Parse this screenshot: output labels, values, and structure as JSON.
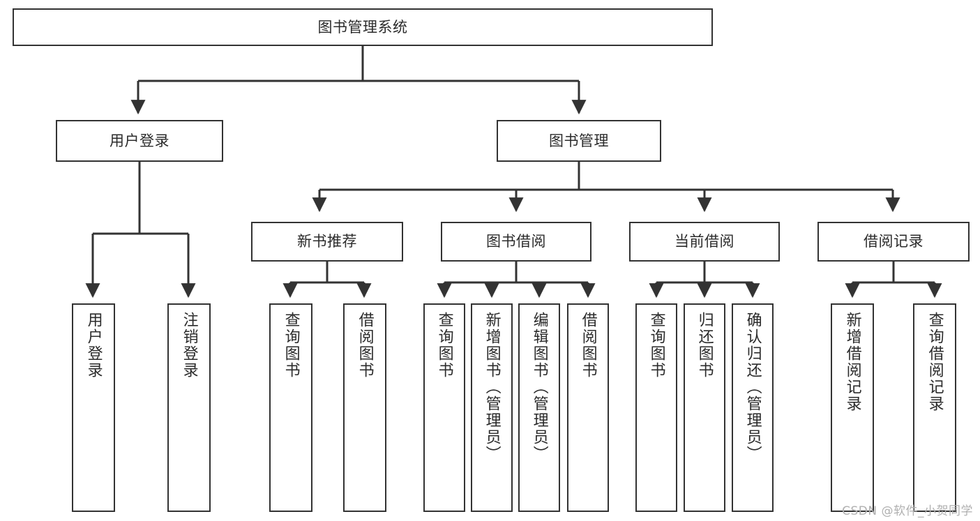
{
  "diagram": {
    "title": "图书管理系统",
    "type": "hierarchy-tree",
    "stroke_color": "#333333",
    "background_color": "#ffffff",
    "text_color": "#2b2b2b",
    "root": {
      "label": "图书管理系统"
    },
    "level2": [
      {
        "label": "用户登录"
      },
      {
        "label": "图书管理"
      }
    ],
    "level3": [
      {
        "label": "新书推荐"
      },
      {
        "label": "图书借阅"
      },
      {
        "label": "当前借阅"
      },
      {
        "label": "借阅记录"
      }
    ],
    "leaves": {
      "user_login": [
        {
          "label": "用户登录"
        },
        {
          "label": "注销登录"
        }
      ],
      "new_book_recommend": [
        {
          "label": "查询图书"
        },
        {
          "label": "借阅图书"
        }
      ],
      "book_borrow": [
        {
          "label": "查询图书"
        },
        {
          "label": "新增图书（管理员）"
        },
        {
          "label": "编辑图书（管理员）"
        },
        {
          "label": "借阅图书"
        }
      ],
      "current_borrow": [
        {
          "label": "查询图书"
        },
        {
          "label": "归还图书"
        },
        {
          "label": "确认归还（管理员）"
        }
      ],
      "borrow_records": [
        {
          "label": "新增借阅记录"
        },
        {
          "label": "查询借阅记录"
        }
      ]
    }
  },
  "watermark": {
    "text": "CSDN @软件_小贺同学"
  }
}
